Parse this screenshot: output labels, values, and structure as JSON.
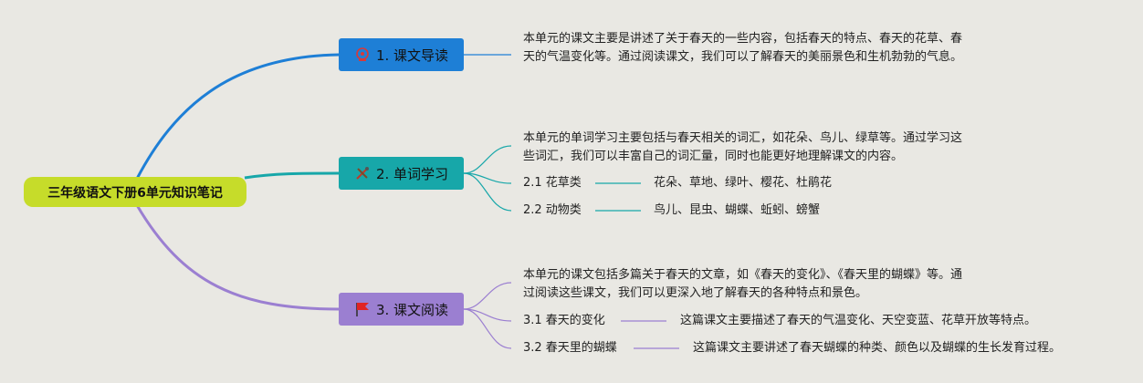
{
  "root": {
    "title": "三年级语文下册6单元知识笔记",
    "color": "#c6dc2a"
  },
  "branches": [
    {
      "label": "1. 课文导读",
      "color": "#1e7fd6",
      "icon": "stamp-icon",
      "text": "本单元的课文主要是讲述了关于春天的一些内容，包括春天的特点、春天的花草、春天的气温变化等。通过阅读课文，我们可以了解春天的美丽景色和生机勃勃的气息。"
    },
    {
      "label": "2. 单词学习",
      "color": "#17a7a9",
      "icon": "tools-icon",
      "text": "本单元的单词学习主要包括与春天相关的词汇，如花朵、鸟儿、绿草等。通过学习这些词汇，我们可以丰富自己的词汇量，同时也能更好地理解课文的内容。",
      "sub": [
        {
          "label": "2.1 花草类",
          "value": "花朵、草地、绿叶、樱花、杜鹃花"
        },
        {
          "label": "2.2 动物类",
          "value": "鸟儿、昆虫、蝴蝶、蚯蚓、螃蟹"
        }
      ]
    },
    {
      "label": "3. 课文阅读",
      "color": "#9b7fd1",
      "icon": "red-flag-icon",
      "text": "本单元的课文包括多篇关于春天的文章，如《春天的变化》、《春天里的蝴蝶》等。通过阅读这些课文，我们可以更深入地了解春天的各种特点和景色。",
      "sub": [
        {
          "label": "3.1 春天的变化",
          "value": "这篇课文主要描述了春天的气温变化、天空变蓝、花草开放等特点。"
        },
        {
          "label": "3.2 春天里的蝴蝶",
          "value": "这篇课文主要讲述了春天蝴蝶的种类、颜色以及蝴蝶的生长发育过程。"
        }
      ]
    }
  ]
}
